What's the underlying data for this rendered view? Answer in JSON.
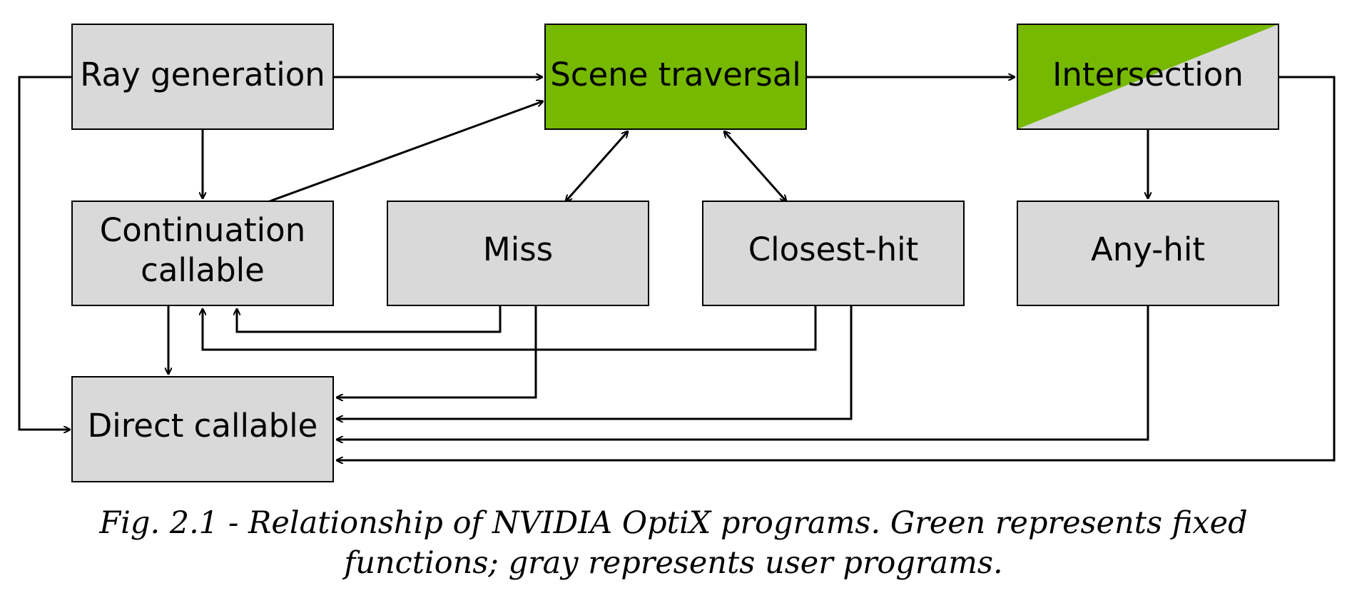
{
  "diagram": {
    "colors": {
      "fixed_function": "#76b900",
      "user_program": "#d9d9d9",
      "stroke": "#000000"
    },
    "nodes": {
      "ray_generation": {
        "lines": [
          "Ray generation"
        ],
        "kind": "user"
      },
      "scene_traversal": {
        "lines": [
          "Scene traversal"
        ],
        "kind": "fixed"
      },
      "intersection": {
        "lines": [
          "Intersection"
        ],
        "kind": "mixed"
      },
      "continuation_callable": {
        "lines": [
          "Continuation",
          "callable"
        ],
        "kind": "user"
      },
      "miss": {
        "lines": [
          "Miss"
        ],
        "kind": "user"
      },
      "closest_hit": {
        "lines": [
          "Closest-hit"
        ],
        "kind": "user"
      },
      "any_hit": {
        "lines": [
          "Any-hit"
        ],
        "kind": "user"
      },
      "direct_callable": {
        "lines": [
          "Direct callable"
        ],
        "kind": "user"
      }
    },
    "edges": [
      {
        "from": "ray_generation",
        "to": "scene_traversal",
        "direction": "one-way"
      },
      {
        "from": "scene_traversal",
        "to": "intersection",
        "direction": "one-way"
      },
      {
        "from": "ray_generation",
        "to": "continuation_callable",
        "direction": "one-way"
      },
      {
        "from": "continuation_callable",
        "to": "scene_traversal",
        "direction": "one-way"
      },
      {
        "from": "scene_traversal",
        "to": "miss",
        "direction": "two-way"
      },
      {
        "from": "scene_traversal",
        "to": "closest_hit",
        "direction": "two-way"
      },
      {
        "from": "intersection",
        "to": "any_hit",
        "direction": "one-way"
      },
      {
        "from": "ray_generation",
        "to": "direct_callable",
        "direction": "one-way"
      },
      {
        "from": "continuation_callable",
        "to": "direct_callable",
        "direction": "one-way"
      },
      {
        "from": "miss",
        "to": "continuation_callable",
        "direction": "one-way"
      },
      {
        "from": "closest_hit",
        "to": "continuation_callable",
        "direction": "one-way"
      },
      {
        "from": "miss",
        "to": "direct_callable",
        "direction": "one-way"
      },
      {
        "from": "closest_hit",
        "to": "direct_callable",
        "direction": "one-way"
      },
      {
        "from": "any_hit",
        "to": "direct_callable",
        "direction": "one-way"
      },
      {
        "from": "intersection",
        "to": "direct_callable",
        "direction": "one-way"
      }
    ]
  },
  "caption": {
    "text": "Fig. 2.1 - Relationship of NVIDIA OptiX programs. Green represents fixed functions; gray represents user programs."
  }
}
